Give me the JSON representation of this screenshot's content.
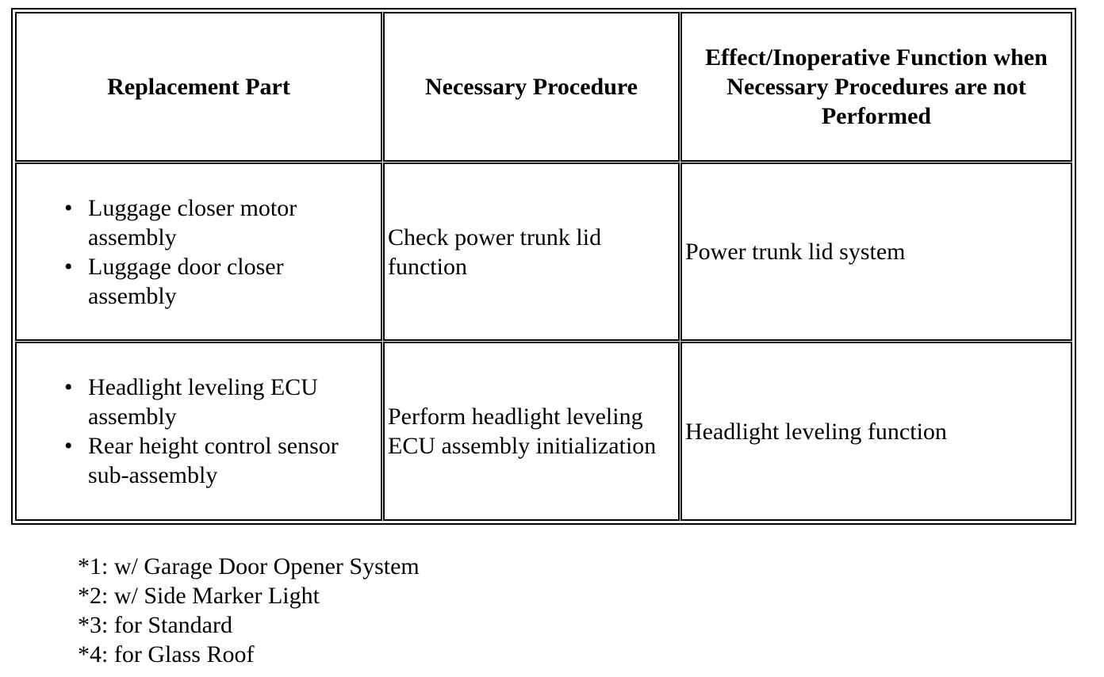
{
  "table": {
    "headers": [
      "Replacement Part",
      "Necessary Procedure",
      "Effect/Inoperative Function when Necessary Procedures are not Performed"
    ],
    "rows": [
      {
        "parts": [
          "Luggage closer motor assembly",
          "Luggage door closer assembly"
        ],
        "procedure": "Check power trunk lid function",
        "effect": "Power trunk lid system"
      },
      {
        "parts": [
          "Headlight leveling ECU assembly",
          "Rear height control sensor sub-assembly"
        ],
        "procedure": "Perform headlight leveling ECU assembly initialization",
        "effect": "Headlight leveling function"
      }
    ]
  },
  "footnotes": [
    "*1: w/ Garage Door Opener System",
    "*2: w/ Side Marker Light",
    "*3: for Standard",
    "*4: for Glass Roof"
  ]
}
